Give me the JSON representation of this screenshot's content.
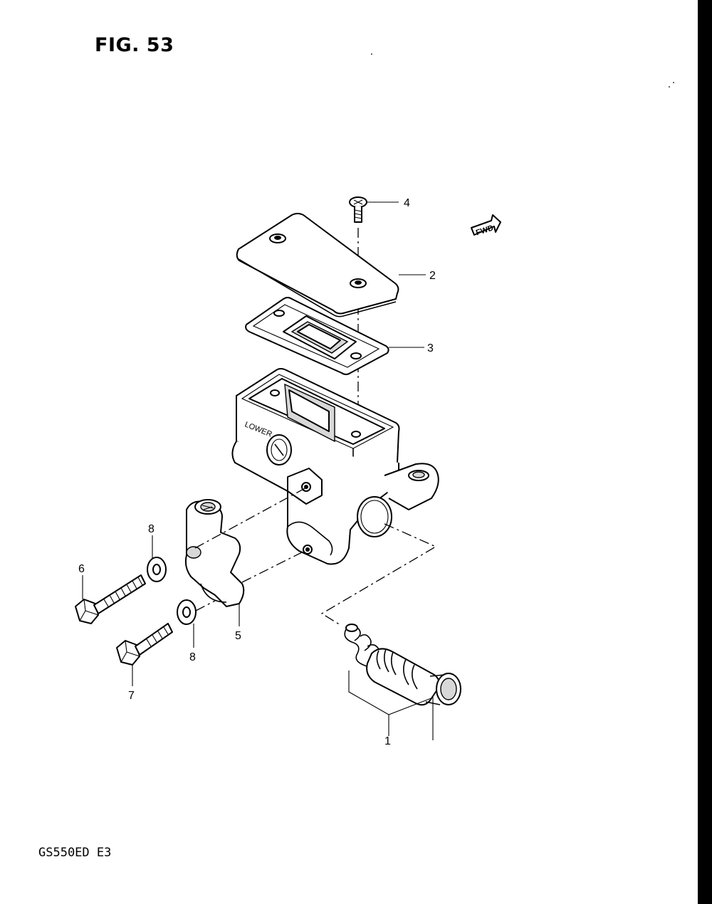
{
  "figure": {
    "title": "FIG. 53",
    "model_code": "GS550ED  E3"
  },
  "direction_tag": "FWD",
  "body_marking": "LOWER",
  "callouts": {
    "c1": "1",
    "c2": "2",
    "c3": "3",
    "c4": "4",
    "c5": "5",
    "c6": "6",
    "c7": "7",
    "c8a": "8",
    "c8b": "8"
  }
}
